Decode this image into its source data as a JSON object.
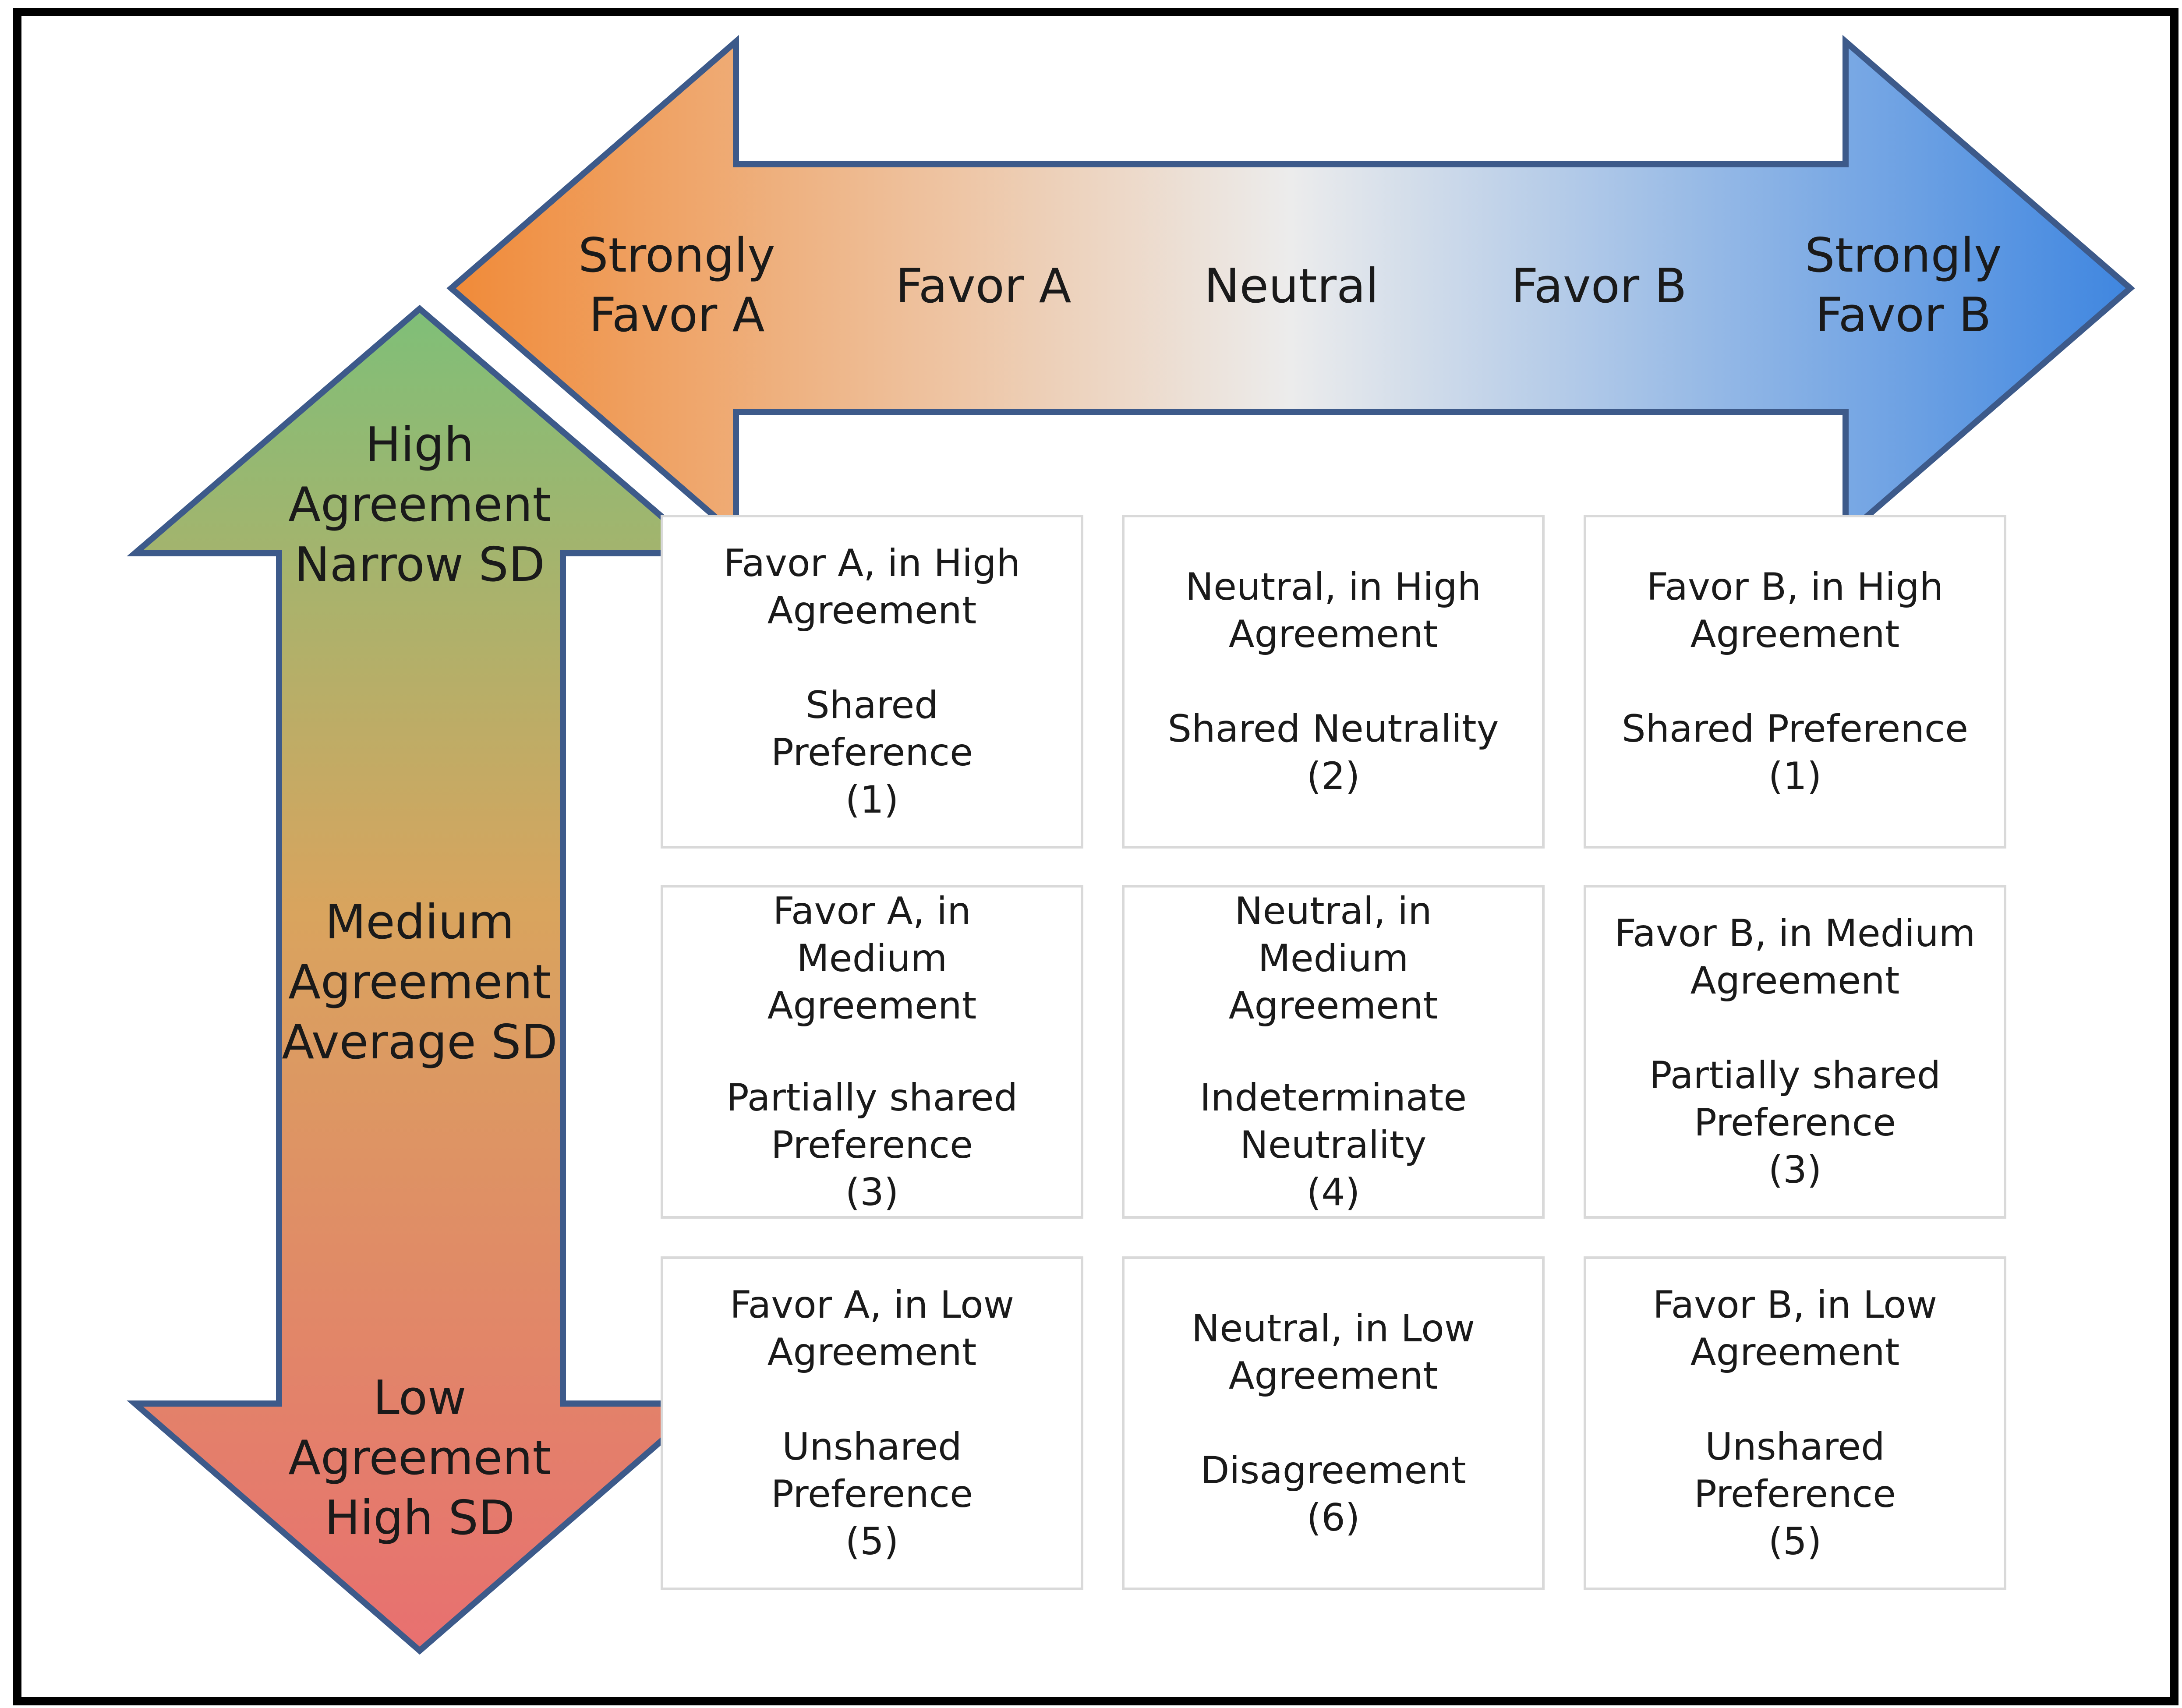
{
  "horizontal_axis": {
    "labels": [
      "Strongly\nFavor A",
      "Favor A",
      "Neutral",
      "Favor B",
      "Strongly\nFavor B"
    ],
    "colors": {
      "left": "#f08a38",
      "mid": "#ececec",
      "right": "#3f86e0"
    }
  },
  "vertical_axis": {
    "labels": [
      "High\nAgreement\nNarrow SD",
      "Medium\nAgreement\nAverage SD",
      "Low\nAgreement\nHigh SD"
    ],
    "colors": {
      "top": "#7fbf78",
      "mid": "#d9a45e",
      "bottom": "#e87070"
    }
  },
  "cells": [
    {
      "title": "Favor A, in High\nAgreement",
      "category": "Shared\nPreference",
      "code": "(1)"
    },
    {
      "title": "Neutral, in High\nAgreement",
      "category": "Shared Neutrality",
      "code": "(2)"
    },
    {
      "title": "Favor B, in High\nAgreement",
      "category": "Shared Preference",
      "code": "(1)"
    },
    {
      "title": "Favor A, in\nMedium\nAgreement",
      "category": "Partially shared\nPreference",
      "code": "(3)"
    },
    {
      "title": "Neutral, in\nMedium\nAgreement",
      "category": "Indeterminate\nNeutrality",
      "code": "(4)"
    },
    {
      "title": "Favor B, in Medium\nAgreement",
      "category": "Partially shared\nPreference",
      "code": "(3)"
    },
    {
      "title": "Favor A, in Low\nAgreement",
      "category": "Unshared\nPreference",
      "code": "(5)"
    },
    {
      "title": "Neutral, in Low\nAgreement",
      "category": "Disagreement",
      "code": "(6)"
    },
    {
      "title": "Favor B, in Low\nAgreement",
      "category": "Unshared\nPreference",
      "code": "(5)"
    }
  ]
}
